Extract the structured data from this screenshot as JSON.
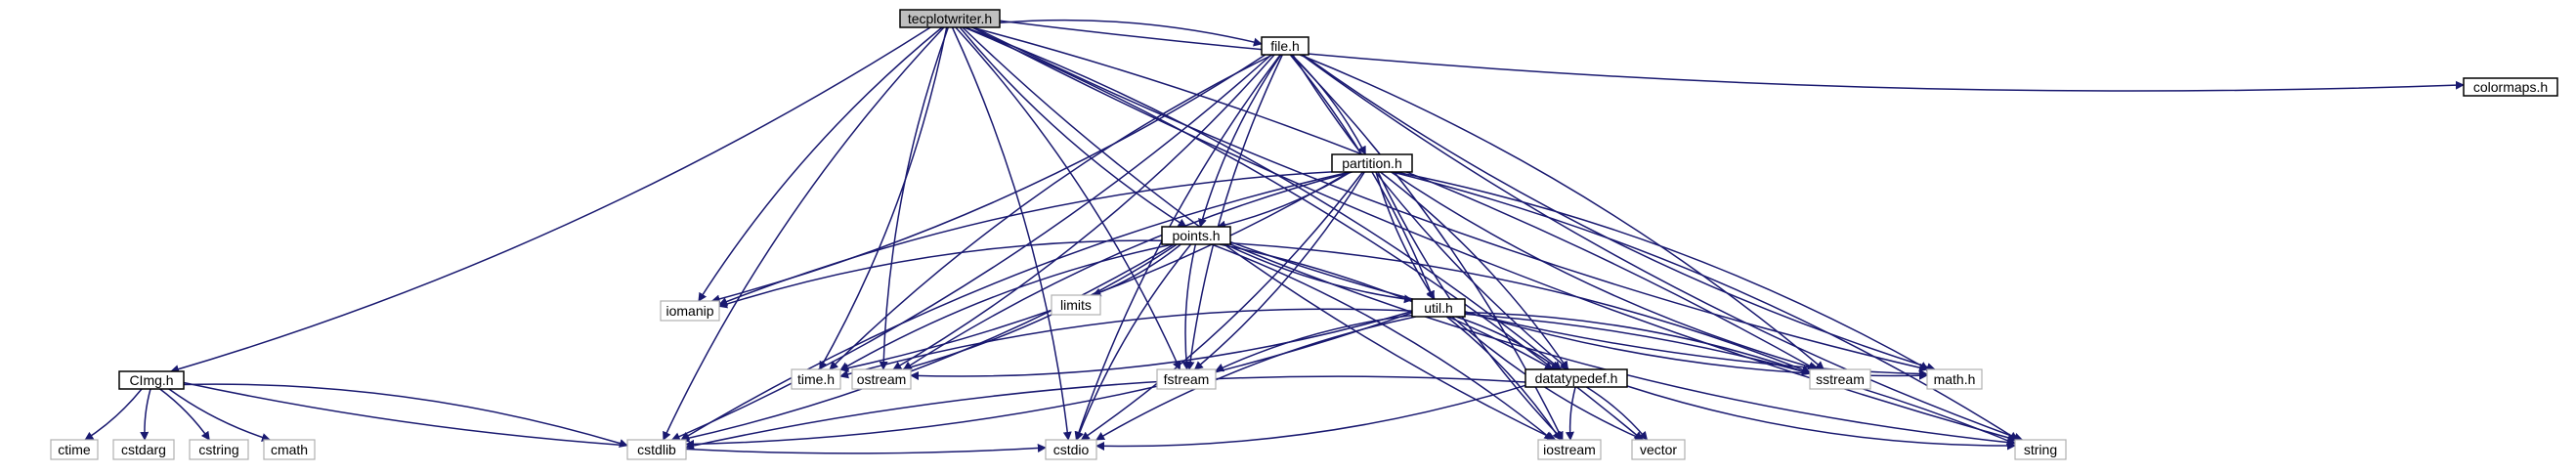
{
  "graph": {
    "edge_color": "#191970",
    "nodes": [
      {
        "id": "tecplotwriter",
        "label": "tecplotwriter.h",
        "kind": "root"
      },
      {
        "id": "file",
        "label": "file.h",
        "kind": "doc"
      },
      {
        "id": "colormaps",
        "label": "colormaps.h",
        "kind": "doc"
      },
      {
        "id": "cimg",
        "label": "CImg.h",
        "kind": "doc"
      },
      {
        "id": "partition",
        "label": "partition.h",
        "kind": "doc"
      },
      {
        "id": "points",
        "label": "points.h",
        "kind": "doc"
      },
      {
        "id": "util",
        "label": "util.h",
        "kind": "doc"
      },
      {
        "id": "datatypedef",
        "label": "datatypedef.h",
        "kind": "doc"
      },
      {
        "id": "iomanip",
        "label": "iomanip",
        "kind": "ext"
      },
      {
        "id": "limits",
        "label": "limits",
        "kind": "ext"
      },
      {
        "id": "timeh",
        "label": "time.h",
        "kind": "ext"
      },
      {
        "id": "ostream",
        "label": "ostream",
        "kind": "ext"
      },
      {
        "id": "fstream",
        "label": "fstream",
        "kind": "ext"
      },
      {
        "id": "sstream",
        "label": "sstream",
        "kind": "ext"
      },
      {
        "id": "mathh",
        "label": "math.h",
        "kind": "ext"
      },
      {
        "id": "ctime",
        "label": "ctime",
        "kind": "ext"
      },
      {
        "id": "cstdarg",
        "label": "cstdarg",
        "kind": "ext"
      },
      {
        "id": "cstring",
        "label": "cstring",
        "kind": "ext"
      },
      {
        "id": "cmath",
        "label": "cmath",
        "kind": "ext"
      },
      {
        "id": "cstdlib",
        "label": "cstdlib",
        "kind": "ext"
      },
      {
        "id": "cstdio",
        "label": "cstdio",
        "kind": "ext"
      },
      {
        "id": "iostream",
        "label": "iostream",
        "kind": "ext"
      },
      {
        "id": "vector",
        "label": "vector",
        "kind": "ext"
      },
      {
        "id": "string",
        "label": "string",
        "kind": "ext"
      }
    ],
    "edges": [
      [
        "tecplotwriter",
        "file"
      ],
      [
        "tecplotwriter",
        "colormaps"
      ],
      [
        "tecplotwriter",
        "cimg"
      ],
      [
        "tecplotwriter",
        "points"
      ],
      [
        "tecplotwriter",
        "datatypedef"
      ],
      [
        "tecplotwriter",
        "iomanip"
      ],
      [
        "tecplotwriter",
        "timeh"
      ],
      [
        "tecplotwriter",
        "ostream"
      ],
      [
        "tecplotwriter",
        "fstream"
      ],
      [
        "tecplotwriter",
        "cstdlib"
      ],
      [
        "tecplotwriter",
        "cstdio"
      ],
      [
        "tecplotwriter",
        "iostream"
      ],
      [
        "tecplotwriter",
        "vector"
      ],
      [
        "tecplotwriter",
        "string"
      ],
      [
        "tecplotwriter",
        "sstream"
      ],
      [
        "tecplotwriter",
        "mathh"
      ],
      [
        "file",
        "partition"
      ],
      [
        "file",
        "points"
      ],
      [
        "file",
        "util"
      ],
      [
        "file",
        "datatypedef"
      ],
      [
        "file",
        "iomanip"
      ],
      [
        "file",
        "timeh"
      ],
      [
        "file",
        "ostream"
      ],
      [
        "file",
        "fstream"
      ],
      [
        "file",
        "sstream"
      ],
      [
        "file",
        "mathh"
      ],
      [
        "file",
        "cstdlib"
      ],
      [
        "file",
        "cstdio"
      ],
      [
        "file",
        "iostream"
      ],
      [
        "file",
        "string"
      ],
      [
        "partition",
        "points"
      ],
      [
        "partition",
        "util"
      ],
      [
        "partition",
        "datatypedef"
      ],
      [
        "partition",
        "iomanip"
      ],
      [
        "partition",
        "timeh"
      ],
      [
        "partition",
        "ostream"
      ],
      [
        "partition",
        "fstream"
      ],
      [
        "partition",
        "sstream"
      ],
      [
        "partition",
        "mathh"
      ],
      [
        "partition",
        "cstdlib"
      ],
      [
        "partition",
        "cstdio"
      ],
      [
        "partition",
        "iostream"
      ],
      [
        "partition",
        "string"
      ],
      [
        "points",
        "util"
      ],
      [
        "points",
        "datatypedef"
      ],
      [
        "points",
        "iomanip"
      ],
      [
        "points",
        "limits"
      ],
      [
        "points",
        "timeh"
      ],
      [
        "points",
        "ostream"
      ],
      [
        "points",
        "fstream"
      ],
      [
        "points",
        "sstream"
      ],
      [
        "points",
        "mathh"
      ],
      [
        "points",
        "cstdlib"
      ],
      [
        "points",
        "cstdio"
      ],
      [
        "points",
        "iostream"
      ],
      [
        "points",
        "string"
      ],
      [
        "util",
        "datatypedef"
      ],
      [
        "util",
        "timeh"
      ],
      [
        "util",
        "ostream"
      ],
      [
        "util",
        "fstream"
      ],
      [
        "util",
        "sstream"
      ],
      [
        "util",
        "mathh"
      ],
      [
        "util",
        "cstdlib"
      ],
      [
        "util",
        "cstdio"
      ],
      [
        "util",
        "iostream"
      ],
      [
        "util",
        "vector"
      ],
      [
        "util",
        "string"
      ],
      [
        "datatypedef",
        "cstdlib"
      ],
      [
        "datatypedef",
        "cstdio"
      ],
      [
        "datatypedef",
        "iostream"
      ],
      [
        "datatypedef",
        "vector"
      ],
      [
        "datatypedef",
        "string"
      ],
      [
        "cimg",
        "ctime"
      ],
      [
        "cimg",
        "cstdarg"
      ],
      [
        "cimg",
        "cstring"
      ],
      [
        "cimg",
        "cmath"
      ],
      [
        "cimg",
        "cstdlib"
      ],
      [
        "cimg",
        "cstdio"
      ]
    ]
  }
}
